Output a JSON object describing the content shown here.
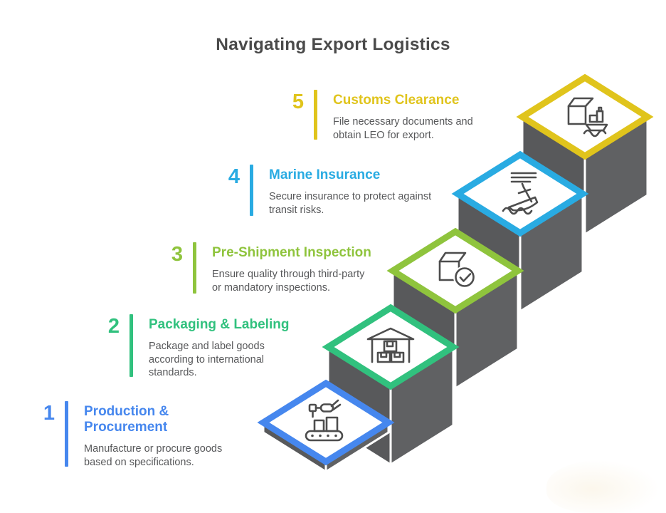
{
  "page_title": "Navigating Export Logistics",
  "staircase": {
    "body_color": "#58595B",
    "right_face_color": "#606163",
    "seam_color": "#FFFFFF",
    "icon_stroke_color": "#4D4D4D"
  },
  "steps": [
    {
      "number": "1",
      "title": "Production &\nProcurement",
      "description": "Manufacture or procure goods\nbased on specifications.",
      "color": "#4687EE",
      "icon": "robot-arm-conveyor-icon"
    },
    {
      "number": "2",
      "title": "Packaging & Labeling",
      "description": "Package and label goods\naccording to international\nstandards.",
      "color": "#31C17E",
      "icon": "warehouse-boxes-icon"
    },
    {
      "number": "3",
      "title": "Pre-Shipment Inspection",
      "description": "Ensure quality through third-party\nor mandatory inspections.",
      "color": "#8FC43D",
      "icon": "package-check-icon"
    },
    {
      "number": "4",
      "title": "Marine Insurance",
      "description": "Secure insurance to protect against\ntransit risks.",
      "color": "#29ABE2",
      "icon": "sinking-ship-icon"
    },
    {
      "number": "5",
      "title": "Customs Clearance",
      "description": "File necessary documents and\nobtain LEO for export.",
      "color": "#E0C41C",
      "icon": "package-cargo-ship-icon"
    }
  ]
}
